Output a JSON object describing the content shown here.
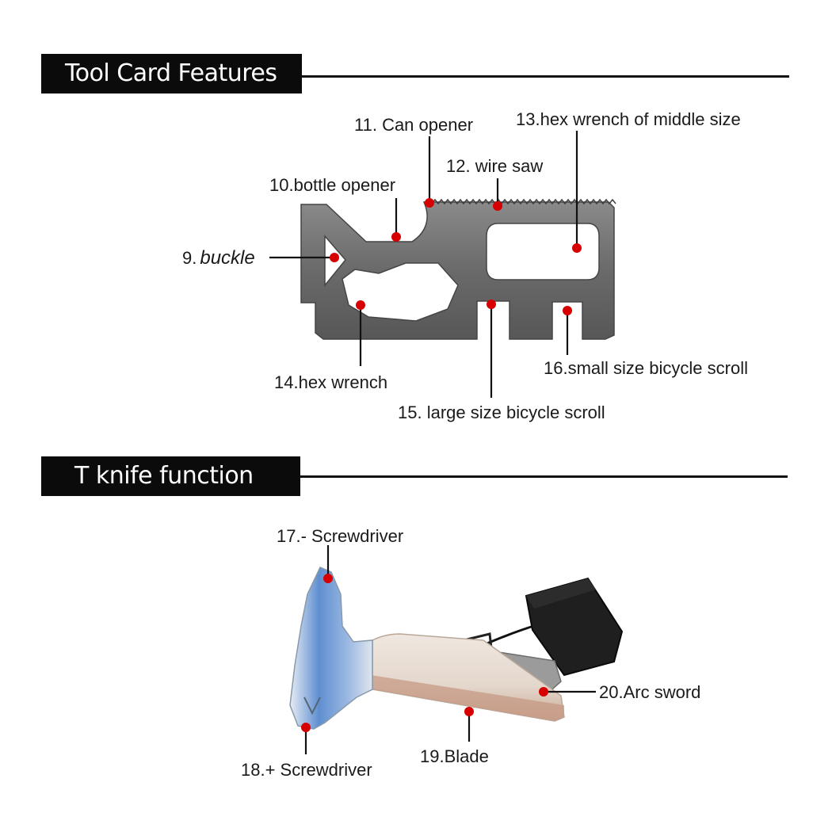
{
  "sections": {
    "tool_card": {
      "title": "Tool Card Features"
    },
    "t_knife": {
      "title": "T knife function"
    }
  },
  "tool_card_features": {
    "buckle_number": "9.",
    "buckle_name": "buckle",
    "bottle_opener": "10.bottle opener",
    "can_opener": "11. Can opener",
    "wire_saw": "12. wire saw",
    "hex_wrench_middle": "13.hex wrench of middle size",
    "hex_wrench": "14.hex wrench",
    "large_bicycle_scroll": "15. large size bicycle scroll",
    "small_bicycle_scroll": "16.small size bicycle scroll"
  },
  "t_knife_functions": {
    "minus_screwdriver": "17.- Screwdriver",
    "plus_screwdriver": "18.+ Screwdriver",
    "blade": "19.Blade",
    "arc_sword": "20.Arc sword"
  },
  "colors": {
    "marker": "#d60000",
    "header_background": "#0b0b0b",
    "header_text": "#ffffff",
    "card_steel": "#6d6d6d"
  }
}
